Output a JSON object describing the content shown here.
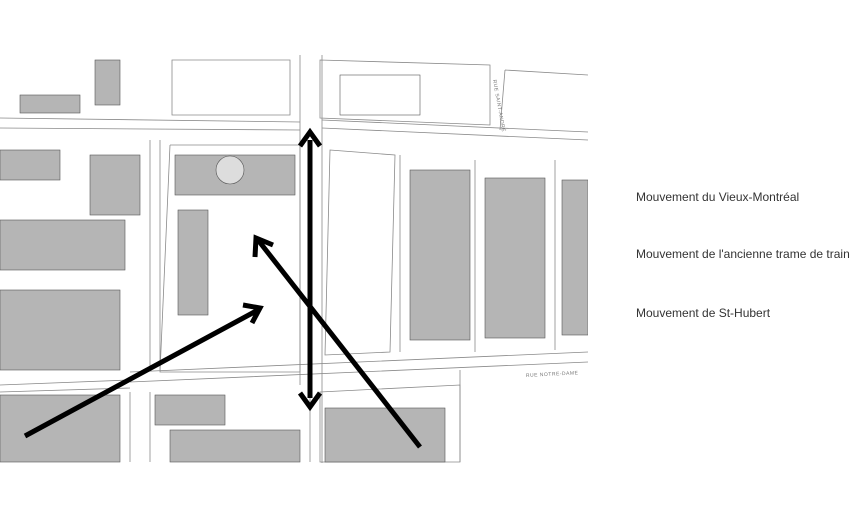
{
  "map": {
    "streets": {
      "saint_andre": "RUE SAINT-ANDRÉ",
      "notre_dame": "RUE NOTRE-DAME"
    }
  },
  "legend": [
    {
      "label": "Mouvement du Vieux-Montréal"
    },
    {
      "label": "Mouvement de l'ancienne trame de train"
    },
    {
      "label": "Mouvement de St-Hubert"
    }
  ],
  "colors": {
    "building": "#b5b5b5",
    "arrow": "#000000",
    "text": "#333333"
  }
}
